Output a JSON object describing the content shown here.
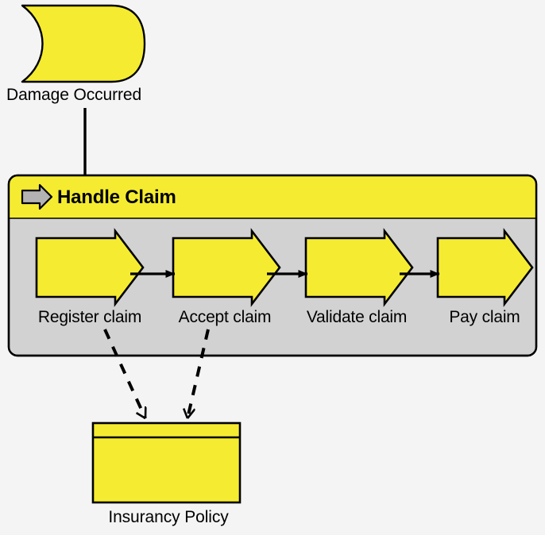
{
  "diagram": {
    "type": "archimate-business-process",
    "background_color": "#f4f4f4",
    "palette": {
      "element_fill": "#f5ec31",
      "group_body_fill": "#d2d2d2",
      "icon_fill": "#b3b3b3",
      "stroke": "#000000",
      "text": "#000000"
    }
  },
  "event": {
    "label": "Damage Occurred",
    "shape": "business-event",
    "fill": "#f5ec31"
  },
  "group": {
    "title": "Handle Claim",
    "icon": "process-arrow-icon",
    "header_fill": "#f5ec31",
    "body_fill": "#d2d2d2",
    "processes": [
      {
        "label": "Register claim"
      },
      {
        "label": "Accept claim"
      },
      {
        "label": "Validate claim"
      },
      {
        "label": "Pay claim"
      }
    ]
  },
  "object": {
    "label": "Insurancy Policy",
    "shape": "business-object",
    "fill": "#f5ec31"
  },
  "relations": {
    "triggering": [
      {
        "from": "Damage Occurred",
        "to": "Register claim",
        "style": "solid",
        "arrow": "filled-triangle"
      },
      {
        "from": "Register claim",
        "to": "Accept claim",
        "style": "solid",
        "arrow": "filled-triangle"
      },
      {
        "from": "Accept claim",
        "to": "Validate claim",
        "style": "solid",
        "arrow": "filled-triangle"
      },
      {
        "from": "Validate claim",
        "to": "Pay claim",
        "style": "solid",
        "arrow": "filled-triangle"
      }
    ],
    "access": [
      {
        "from": "Register claim",
        "to": "Insurancy Policy",
        "style": "dashed",
        "arrow": "open"
      },
      {
        "from": "Accept claim",
        "to": "Insurancy Policy",
        "style": "dashed",
        "arrow": "open"
      }
    ]
  }
}
